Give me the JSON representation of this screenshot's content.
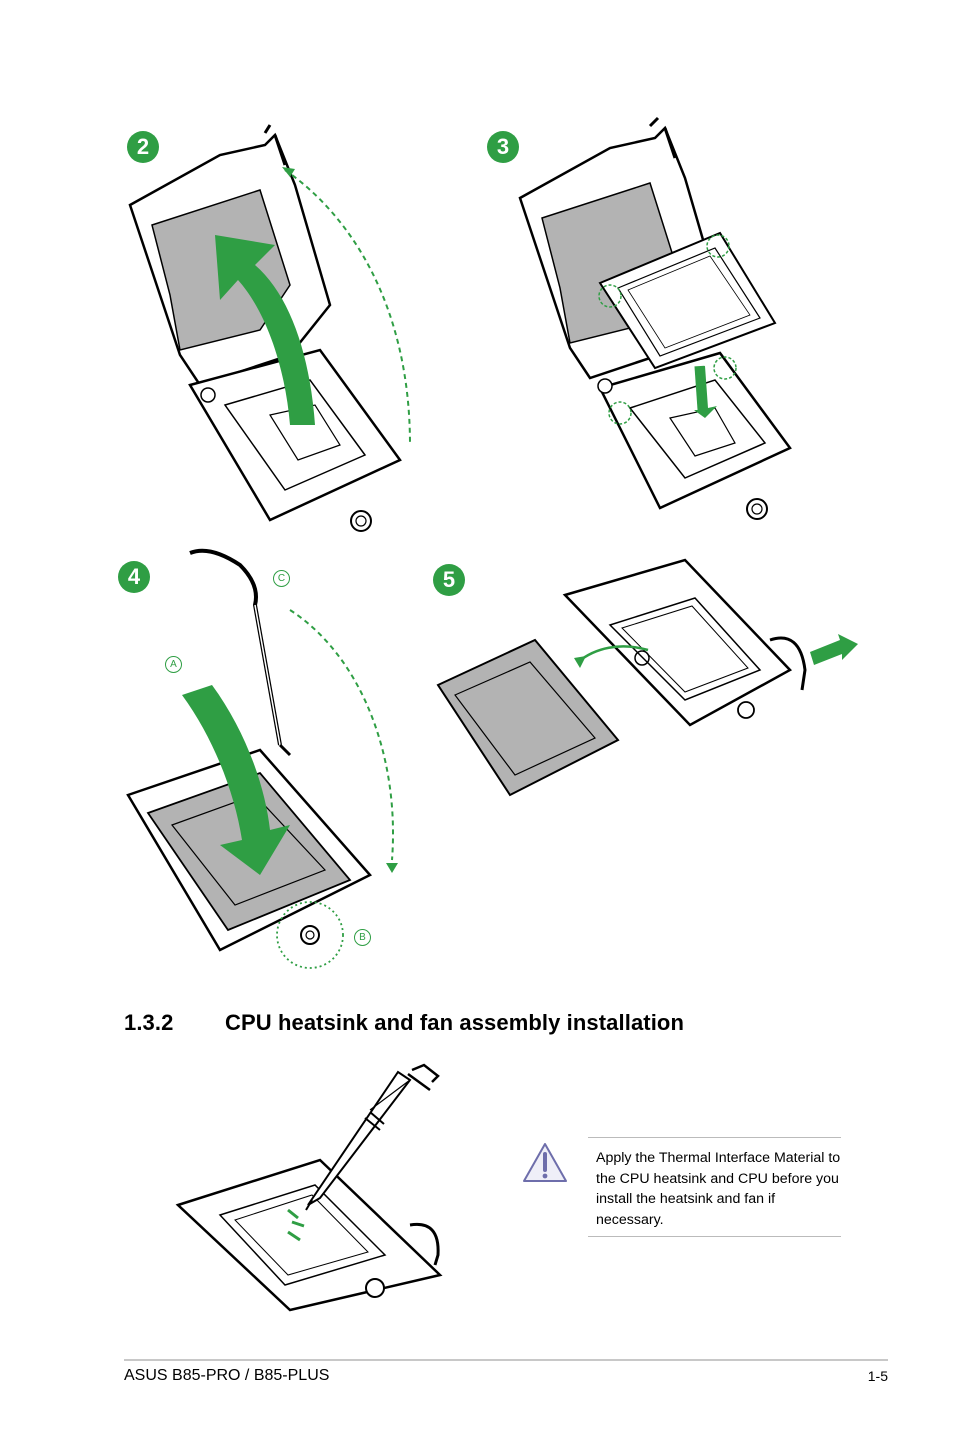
{
  "figures": {
    "step2": {
      "badge": "2"
    },
    "step3": {
      "badge": "3"
    },
    "step4": {
      "badge": "4",
      "label_a": "A",
      "label_b": "B",
      "label_c": "C"
    },
    "step5": {
      "badge": "5"
    }
  },
  "section": {
    "number": "1.3.2",
    "title": "CPU heatsink and fan assembly installation"
  },
  "note": {
    "icon": "caution-triangle-icon",
    "text": "Apply the Thermal Interface Material to the CPU heatsink and CPU before you install the heatsink and fan if necessary."
  },
  "footer": {
    "product": "ASUS B85-PRO / B85-PLUS",
    "page": "1-5"
  },
  "colors": {
    "accent_green": "#2f9e44",
    "line": "#000000",
    "fill_gray": "#b3b3b3"
  }
}
